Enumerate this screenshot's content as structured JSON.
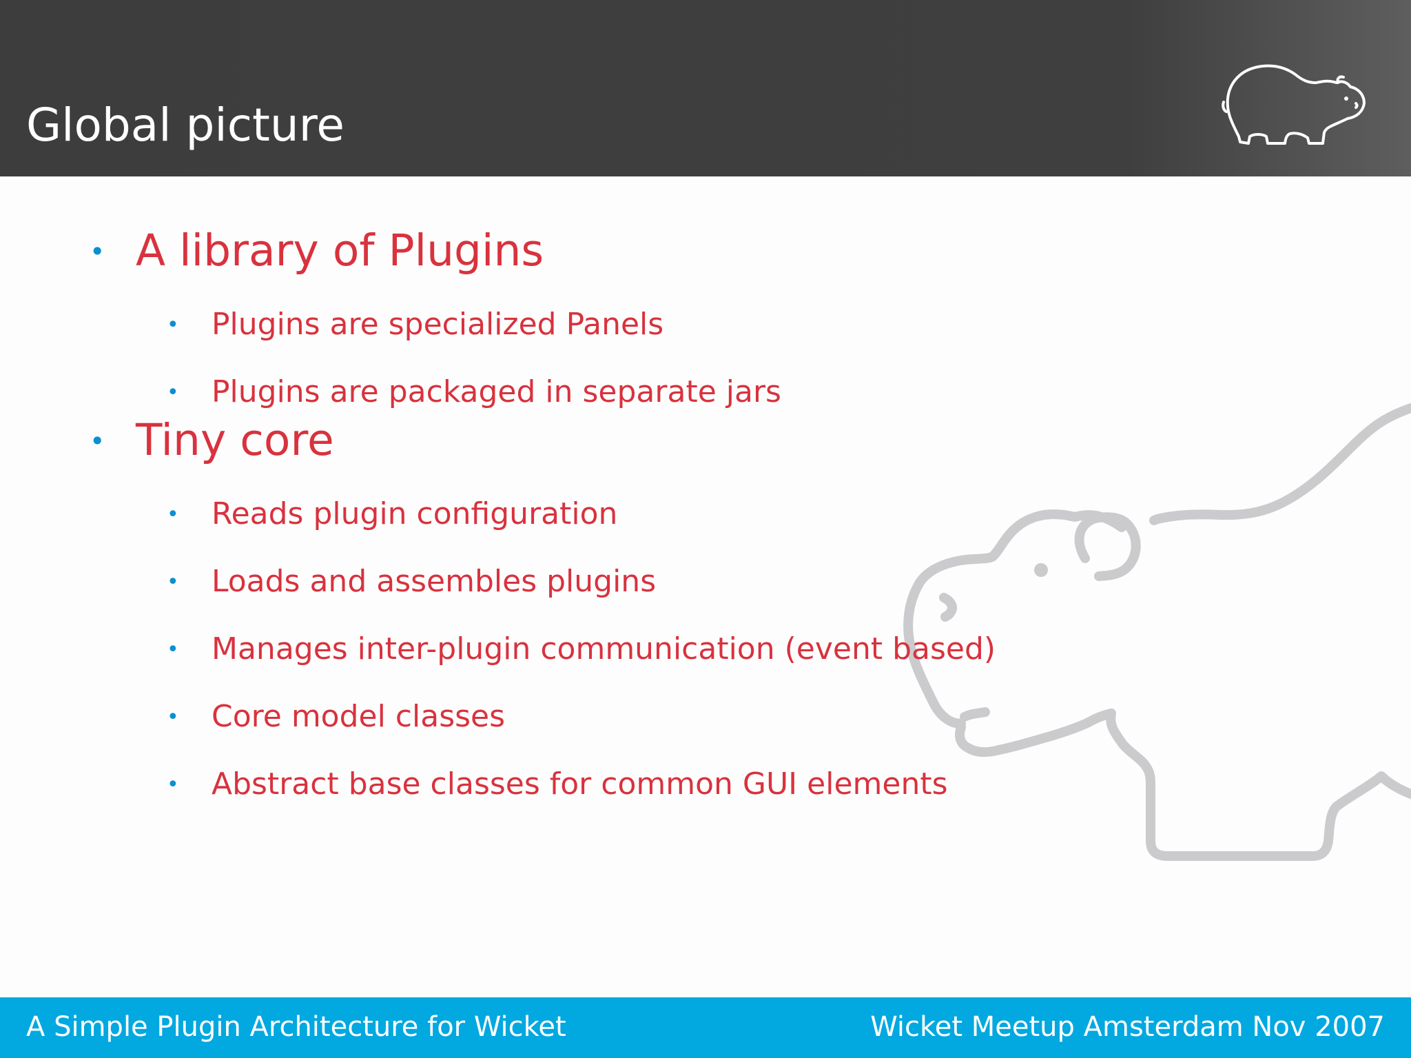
{
  "header": {
    "title": "Global picture",
    "logo_icon": "hippo-logo-icon"
  },
  "watermark_icon": "hippo-watermark-icon",
  "content": {
    "sections": [
      {
        "label": "A library of Plugins",
        "items": [
          "Plugins are specialized Panels",
          "Plugins are packaged in separate jars"
        ]
      },
      {
        "label": "Tiny core",
        "items": [
          "Reads plugin configuration",
          "Loads and assembles plugins",
          "Manages inter-plugin communication (event based)",
          "Core model classes",
          "Abstract base classes for common GUI elements"
        ]
      }
    ]
  },
  "footer": {
    "left": "A Simple Plugin Architecture for Wicket",
    "right": "Wicket Meetup Amsterdam Nov 2007"
  },
  "colors": {
    "header_bg": "#3f3f3f",
    "footer_bg": "#02a8e0",
    "text_red": "#d8323e",
    "bullet_blue": "#0a8fd1",
    "watermark_gray": "#cbcbcd"
  }
}
